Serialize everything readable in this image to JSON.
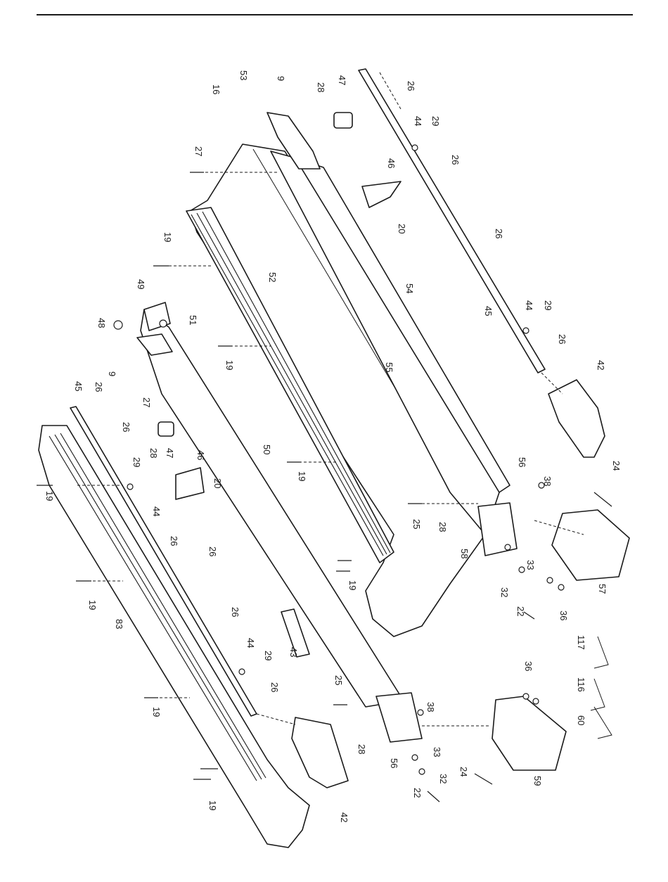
{
  "diagram": {
    "type": "exploded-parts-diagram",
    "callouts": {
      "c16": "16",
      "c53": "53",
      "c9a": "9",
      "c28a": "28",
      "c47a": "47",
      "c26a": "26",
      "c27a": "27",
      "c44a": "44",
      "c29a": "29",
      "c26b": "26",
      "c46a": "46",
      "c20a": "20",
      "c26c": "26",
      "c19a": "19",
      "c52": "52",
      "c54": "54",
      "c49": "49",
      "c51": "51",
      "c45a": "45",
      "c44b": "44",
      "c29b": "29",
      "c48": "48",
      "c26d": "26",
      "c19b": "19",
      "c55": "55",
      "c42a": "42",
      "c9b": "9",
      "c27b": "27",
      "c45b": "45",
      "c26e": "26",
      "c26f": "26",
      "c28b": "28",
      "c47b": "47",
      "c50": "50",
      "c29c": "29",
      "c46b": "46",
      "c20b": "20",
      "c19c": "19",
      "c56a": "56",
      "c24a": "24",
      "c38a": "38",
      "c19d": "19",
      "c44c": "44",
      "c26g": "26",
      "c25a": "25",
      "c28c": "28",
      "c58": "58",
      "c33a": "33",
      "c26h": "26",
      "c19e": "19",
      "c32a": "32",
      "c36a": "36",
      "c57": "57",
      "c22a": "22",
      "c19f": "19",
      "c83": "83",
      "c26i": "26",
      "c43": "43",
      "c44d": "44",
      "c29d": "29",
      "c117": "117",
      "c116": "116",
      "c36b": "36",
      "c26j": "26",
      "c25b": "25",
      "c38b": "38",
      "c19g": "19",
      "c28d": "28",
      "c56b": "56",
      "c33b": "33",
      "c32b": "32",
      "c24b": "24",
      "c60": "60",
      "c59": "59",
      "c22b": "22",
      "c19h": "19",
      "c42b": "42"
    }
  }
}
